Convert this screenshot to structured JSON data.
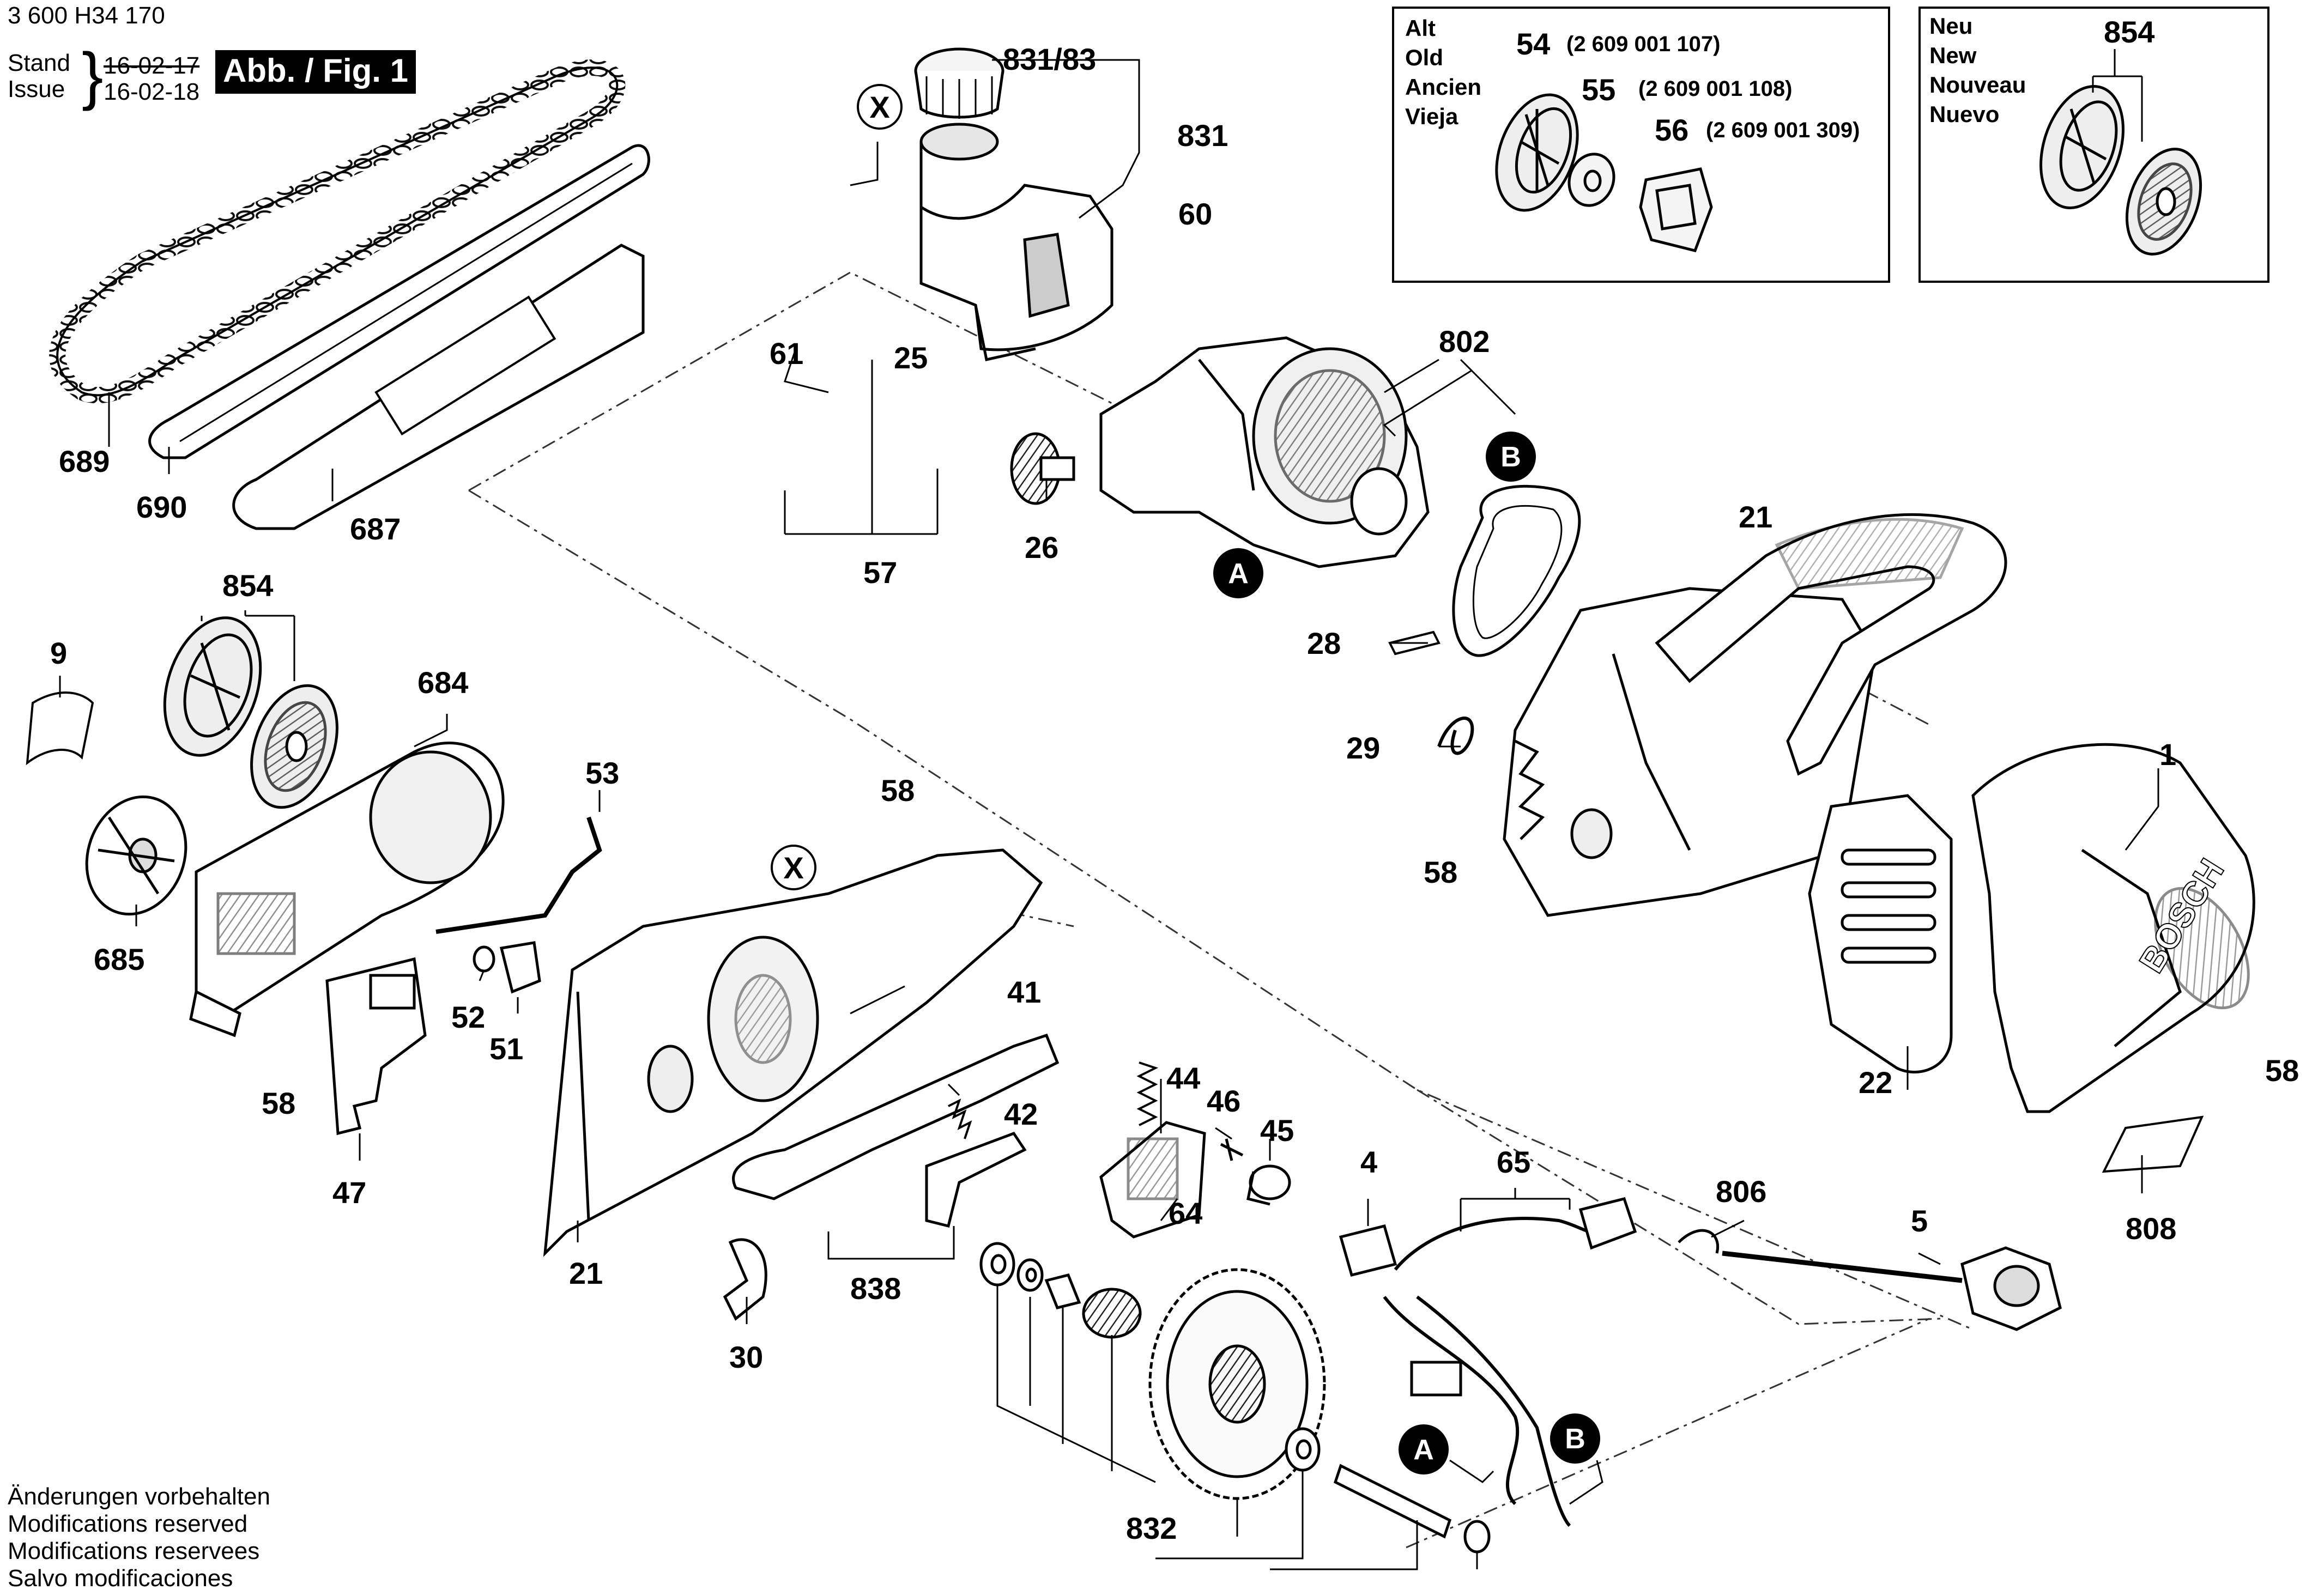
{
  "header": {
    "doc_code": "3 600 H34 170",
    "stand_label": "Stand",
    "issue_label": "Issue",
    "stand_date": "16-02-17",
    "issue_date": "16-02-18",
    "figure_badge": "Abb. / Fig. 1"
  },
  "old_box": {
    "languages": [
      "Alt",
      "Old",
      "Ancien",
      "Vieja"
    ],
    "parts": [
      {
        "num": "54",
        "code": "(2 609 001 107)"
      },
      {
        "num": "55",
        "code": "(2 609 001 108)"
      },
      {
        "num": "56",
        "code": "(2 609 001 309)"
      }
    ]
  },
  "new_box": {
    "languages": [
      "Neu",
      "New",
      "Nouveau",
      "Nuevo"
    ],
    "part_num": "854"
  },
  "callouts": {
    "c831_83": "831/83",
    "c831": "831",
    "cX_top": "X",
    "cX_mid": "X",
    "c60": "60",
    "c61": "61",
    "c25": "25",
    "c57": "57",
    "c26": "26",
    "c802": "802",
    "c21_right": "21",
    "c28": "28",
    "c29": "29",
    "c58_mid": "58",
    "c1": "1",
    "c22": "22",
    "c58_right": "58",
    "c808": "808",
    "c689": "689",
    "c690": "690",
    "c687": "687",
    "c854": "854",
    "c9": "9",
    "c684": "684",
    "c685": "685",
    "c53": "53",
    "c52": "52",
    "c51": "51",
    "c58_left": "58",
    "c47": "47",
    "c58_cover": "58",
    "c41": "41",
    "c42": "42",
    "c21_left": "21",
    "c30": "30",
    "c838": "838",
    "c44": "44",
    "c46": "46",
    "c45": "45",
    "c64": "64",
    "c4": "4",
    "c65": "65",
    "c806": "806",
    "c5": "5",
    "c832": "832"
  },
  "refs": {
    "A_motor": "A",
    "B_motor": "B",
    "A_cable": "A",
    "B_cable": "B"
  },
  "logo_text": "BOSCH",
  "disclaimer": [
    "Änderungen vorbehalten",
    "Modifications reserved",
    "Modifications reservees",
    "Salvo modificaciones"
  ]
}
